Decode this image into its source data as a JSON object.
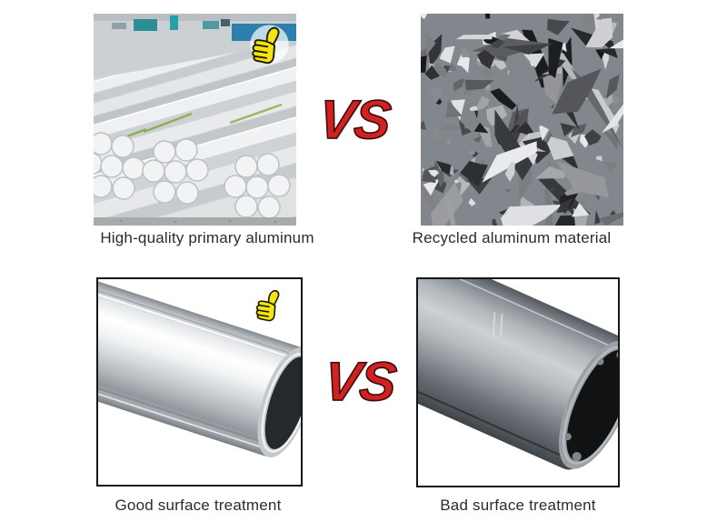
{
  "page": {
    "background": "#ffffff"
  },
  "comparisons": [
    {
      "vs_label": "VS",
      "left": {
        "caption": "High-quality primary aluminum",
        "image": "primary-aluminum-bars-photo",
        "badge": "thumbs-up-icon"
      },
      "right": {
        "caption": "Recycled aluminum material",
        "image": "recycled-aluminum-scrap-photo"
      }
    },
    {
      "vs_label": "VS",
      "left": {
        "caption": "Good surface treatment",
        "image": "polished-aluminum-tube-photo",
        "badge": "thumbs-up-icon"
      },
      "right": {
        "caption": "Bad surface treatment",
        "image": "rough-aluminum-tube-photo"
      }
    }
  ],
  "colors": {
    "vs_red": "#d12221",
    "vs_outline": "#3a0c0c",
    "caption_text": "#2c2c2c",
    "frame_border": "#161616",
    "thumb_yellow": "#f6e411"
  }
}
